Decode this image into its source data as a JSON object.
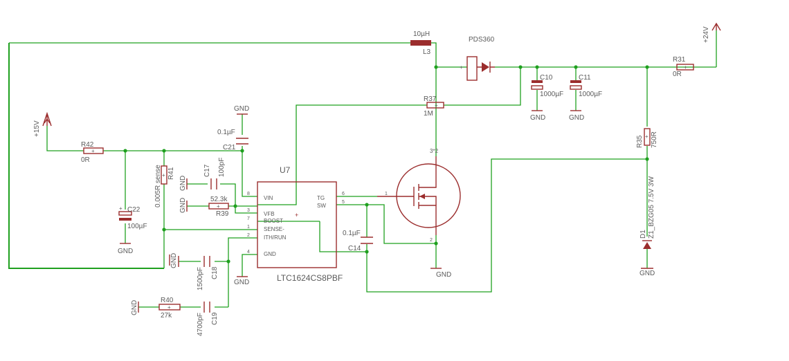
{
  "parts": {
    "l3": {
      "value": "10µH",
      "name": "L3"
    },
    "diode": {
      "name": "PDS360"
    },
    "r31": {
      "name": "R31",
      "value": "0R"
    },
    "c10": {
      "name": "C10",
      "value": "1000µF"
    },
    "c11": {
      "name": "C11",
      "value": "1000µF"
    },
    "r37": {
      "name": "R37",
      "value": "1M"
    },
    "r35": {
      "name": "R35",
      "value": "750R"
    },
    "d1": {
      "name": "D1",
      "value": "Z1_BZG05 7.5V 3W"
    },
    "r42": {
      "name": "R42",
      "value": "0R"
    },
    "r41": {
      "name": "R41",
      "value": "0.005R sense"
    },
    "c21": {
      "name": "C21",
      "value": "0.1µF"
    },
    "c17": {
      "name": "C17",
      "value": "100pF"
    },
    "r39": {
      "name": "R39",
      "value": "52.3k"
    },
    "c22": {
      "name": "C22",
      "value": "100µF"
    },
    "c18": {
      "name": "C18",
      "value": "1500pF"
    },
    "c19": {
      "name": "C19",
      "value": "4700pF"
    },
    "r40": {
      "name": "R40",
      "value": "27k"
    },
    "c14": {
      "name": "C14",
      "value": "0.1µF"
    },
    "q_label": {
      "value": "3*2"
    }
  },
  "ic": {
    "name": "U7",
    "part": "LTC1624CS8PBF",
    "pins_left": [
      {
        "num": "8",
        "label": "VIN"
      },
      {
        "num": "3",
        "label": "VFB"
      },
      {
        "num": "7",
        "label": "BOOST"
      },
      {
        "num": "1",
        "label": "SENSE-"
      },
      {
        "num": "2",
        "label": "ITH/RUN"
      },
      {
        "num": "4",
        "label": "GND"
      }
    ],
    "pins_right": [
      {
        "num": "6",
        "label": "TG"
      },
      {
        "num": "5",
        "label": "SW"
      }
    ]
  },
  "supplies": {
    "plus15": "+15V",
    "plus24": "+24V",
    "gnd": "GND"
  },
  "mosfet_pins": {
    "gate": "1",
    "drain": "3",
    "source": "2"
  }
}
